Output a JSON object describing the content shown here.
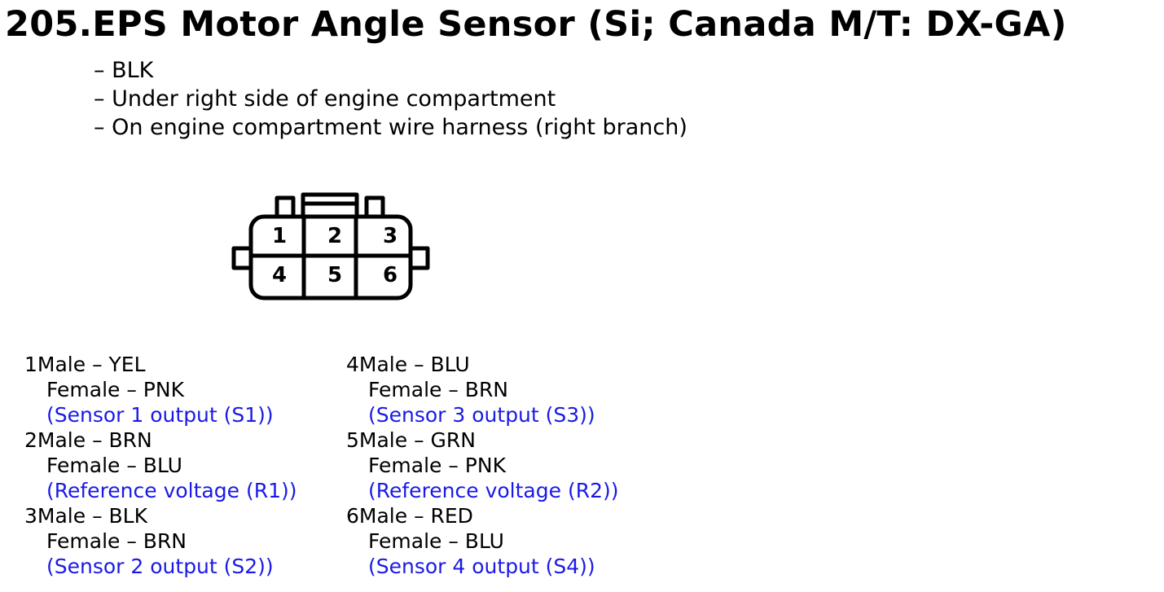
{
  "title": "205.EPS Motor Angle Sensor (Si; Canada M/T: DX-GA)",
  "info": [
    "– BLK",
    "– Under right side of engine compartment",
    "– On engine compartment wire harness (right branch)"
  ],
  "connector": {
    "pin_labels": [
      "1",
      "2",
      "3",
      "4",
      "5",
      "6"
    ]
  },
  "pins": [
    {
      "male": "1Male – YEL",
      "female": "Female – PNK",
      "function": "(Sensor 1 output (S1))"
    },
    {
      "male": "2Male – BRN",
      "female": "Female – BLU",
      "function": "(Reference voltage (R1))"
    },
    {
      "male": "3Male – BLK",
      "female": "Female – BRN",
      "function": "(Sensor 2 output (S2))"
    },
    {
      "male": "4Male – BLU",
      "female": "Female – BRN",
      "function": "(Sensor 3 output (S3))"
    },
    {
      "male": "5Male – GRN",
      "female": "Female – PNK",
      "function": "(Reference voltage (R2))"
    },
    {
      "male": "6Male – RED",
      "female": "Female – BLU",
      "function": "(Sensor 4 output (S4))"
    }
  ],
  "colors": {
    "function_text": "#1a1ae6",
    "text": "#000000"
  }
}
